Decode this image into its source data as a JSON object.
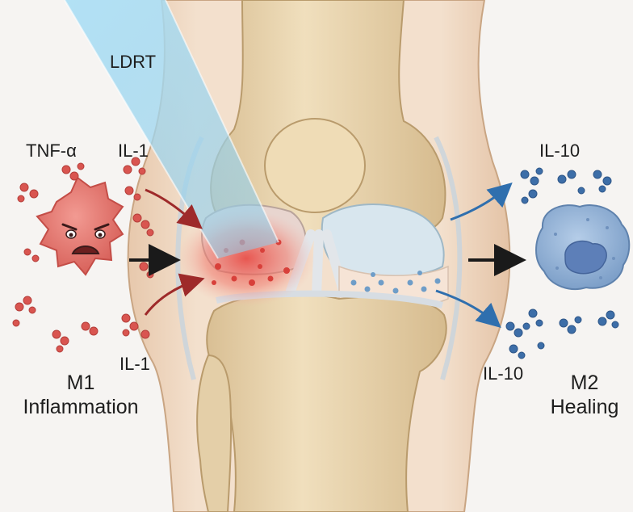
{
  "labels": {
    "ldrt": "LDRT",
    "tnf_alpha": "TNF-α",
    "il1_top": "IL-1",
    "il1_bottom": "IL-1",
    "il10_top": "IL-10",
    "il10_bottom": "IL-10",
    "m1_title": "M1",
    "m1_subtitle": "Inflammation",
    "m2_title": "M2",
    "m2_subtitle": "Healing"
  },
  "colors": {
    "background": "#f6f4f2",
    "skin": "#efd9c3",
    "bone": "#e9d6b2",
    "cartilage": "#d8e6ee",
    "inflammation": "#e8544c",
    "m1_cell": "#e27a74",
    "m2_cell": "#8fb1d6",
    "m2_nucleus": "#5d7fb8",
    "pro_cytokine": "#d95550",
    "anti_cytokine": "#3d6ea8",
    "ldrt_beam": "#9fd6ee",
    "arrow_red": "#9e2a2a",
    "arrow_blue": "#2f6fae",
    "arrow_black": "#1a1a1a"
  },
  "icons": {
    "m1_cell": "angry-cell-icon",
    "m2_cell": "calm-cell-icon",
    "beam": "radiation-beam-icon"
  }
}
